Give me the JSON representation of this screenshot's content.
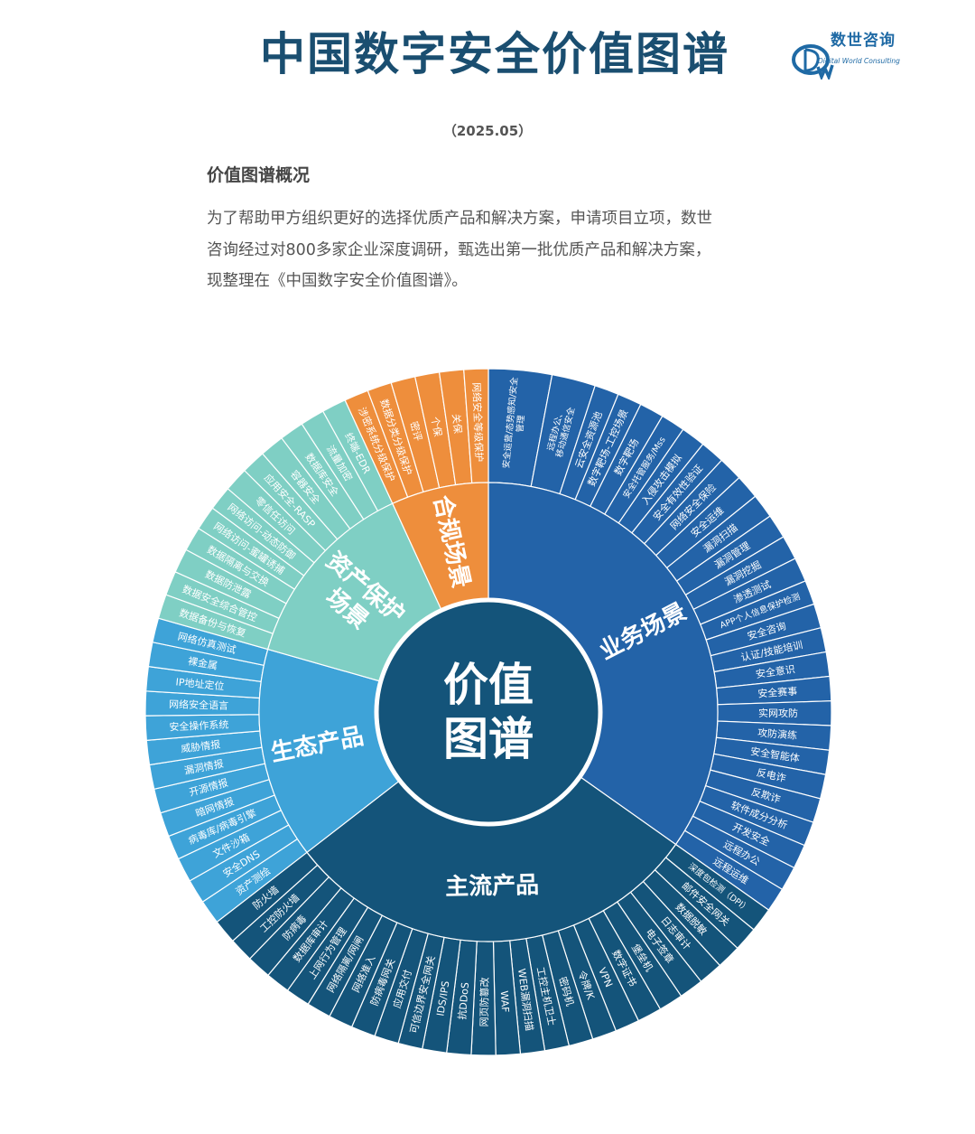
{
  "header": {
    "title": "中国数字安全价值图谱",
    "date": "（2025.05）",
    "logo_cn": "数世咨询",
    "logo_en": "Digital World Consulting"
  },
  "overview": {
    "heading": "价值图谱概况",
    "lines": [
      "为了帮助甲方组织更好的选择优质产品和解决方案，申请项目立项，数世",
      "咨询经过对800多家企业深度调研，甄选出第一批优质产品和解决方案，",
      "现整理在《中国数字安全价值图谱》。"
    ]
  },
  "chart_data": {
    "type": "sunburst",
    "center_label": [
      "价值",
      "图谱"
    ],
    "categories": [
      {
        "name": "业务场景",
        "color": "#2363a8",
        "items": [
          "安全运营/态势感知/安全\n管理",
          "远程办公、\n移动通信安全",
          "云安全资源池",
          "数字靶场-工控场景",
          "数字靶场",
          "安全托管服务/Mss",
          "入侵攻击模拟",
          "安全有效性验证",
          "网络安全保险",
          "安全运维",
          "漏洞扫描",
          "漏洞管理",
          "漏洞挖掘",
          "渗透测试",
          "APP个人信息保护检测",
          "安全咨询",
          "认证/技能培训",
          "安全意识",
          "安全赛事",
          "实网攻防",
          "攻防演练",
          "安全智能体",
          "反电诈",
          "反欺诈",
          "软件成分分析",
          "开发安全",
          "远程办公",
          "远程运维"
        ]
      },
      {
        "name": "主流产品",
        "color": "#14547a",
        "items": [
          "深度包检测（DPI）",
          "邮件安全网关",
          "数据脱敏",
          "日志审计",
          "电子签章",
          "堡垒机",
          "数字证书",
          "VPN",
          "令牌/K",
          "密码机",
          "工控主机卫士",
          "WEB漏洞扫描",
          "WAF",
          "网页防篡改",
          "抗DDoS",
          "IDS/IPS",
          "可信边界安全网关",
          "应用交付",
          "防病毒网关",
          "网络准入",
          "网络隔离/网闸",
          "上网行为管理",
          "数据库审计",
          "防病毒",
          "工控防火墙",
          "防火墙"
        ]
      },
      {
        "name": "生态产品",
        "color": "#3ea3d8",
        "items": [
          "资产测绘",
          "安全DNS",
          "文件沙箱",
          "病毒库/病毒引擎",
          "暗网情报",
          "开源情报",
          "漏洞情报",
          "威胁情报",
          "安全操作系统",
          "网络安全语言",
          "IP地址定位",
          "裸金属",
          "网络仿真测试"
        ]
      },
      {
        "name": "资产保护\n场景",
        "color": "#7fcfc4",
        "items": [
          "数据备份与恢复",
          "数据安全综合管控",
          "数据防泄露",
          "数据隔离与交换",
          "网络访问-蜜罐诱捕",
          "网络访问-动态防御",
          "零信任访问",
          "应用安全-RASP",
          "容器安全",
          "数据库安全",
          "流量加密",
          "终端-EDR"
        ]
      },
      {
        "name": "合规场景",
        "color": "#ee8e3c",
        "items": [
          "涉密系统分级保护",
          "数据分类分级保护",
          "密评",
          "个保",
          "关保",
          "网络安全等级保护"
        ]
      }
    ]
  }
}
